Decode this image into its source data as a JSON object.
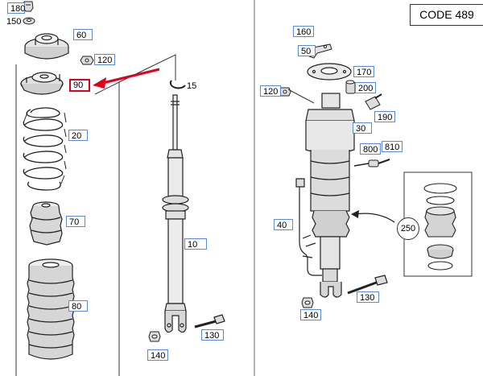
{
  "code_label": "CODE 489",
  "callouts": {
    "c180": "180",
    "c150": "150",
    "c60": "60",
    "c120a": "120",
    "c90": "90",
    "c15": "15",
    "c20": "20",
    "c70": "70",
    "c10": "10",
    "c80": "80",
    "c130a": "130",
    "c140a": "140",
    "c160": "160",
    "c50": "50",
    "c170": "170",
    "c200": "200",
    "c120b": "120",
    "c190": "190",
    "c30": "30",
    "c800": "800",
    "c810": "810",
    "c40": "40",
    "c250": "250",
    "c130b": "130",
    "c140b": "140"
  },
  "colors": {
    "highlight": "#e0001a",
    "callout_border": "#5b8bd6",
    "line": "#222222"
  }
}
